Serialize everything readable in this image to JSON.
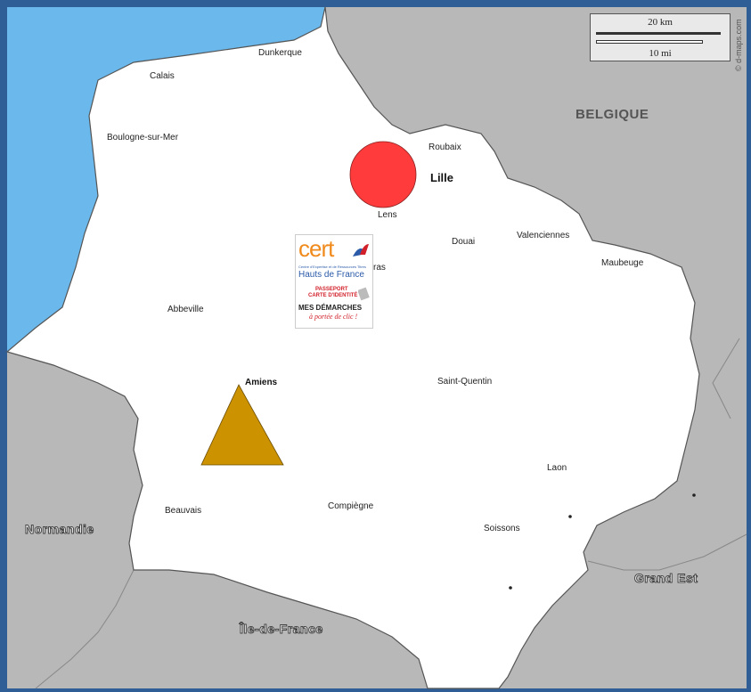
{
  "scale": {
    "km_label": "20 km",
    "mi_label": "10 mi"
  },
  "credit": "© d-maps.com",
  "countries": {
    "belgique": "BELGIQUE"
  },
  "regions": {
    "normandie": "Normandie",
    "ile_de_france": "Île-de-France",
    "grand_est": "Grand Est"
  },
  "cities": {
    "dunkerque": "Dunkerque",
    "calais": "Calais",
    "boulogne": "Boulogne-sur-Mer",
    "roubaix": "Roubaix",
    "lille": "Lille",
    "lens": "Lens",
    "douai": "Douai",
    "valenciennes": "Valenciennes",
    "maubeuge": "Maubeuge",
    "arras_fragment": "ras",
    "abbeville": "Abbeville",
    "amiens": "Amiens",
    "saint_quentin": "Saint-Quentin",
    "laon": "Laon",
    "beauvais": "Beauvais",
    "compiegne": "Compiègne",
    "soissons": "Soissons"
  },
  "markers": {
    "lille_circle": {
      "shape": "circle",
      "color": "#ff3b3b"
    },
    "amiens_triangle": {
      "shape": "triangle",
      "color": "#cc9200"
    }
  },
  "cert_logo": {
    "word": "cert",
    "tiny": "Centre d'Expertise et de Ressources Titres",
    "region": "Hauts de France",
    "line1": "PASSEPORT",
    "line2": "CARTE D'IDENTITÉ",
    "line3": "MES DÉMARCHES",
    "line4": "à portée de clic !"
  },
  "colors": {
    "sea": "#6ab8ec",
    "neighbor": "#b8b8b8",
    "region_fill": "#ffffff",
    "frame": "#2f5d95"
  }
}
